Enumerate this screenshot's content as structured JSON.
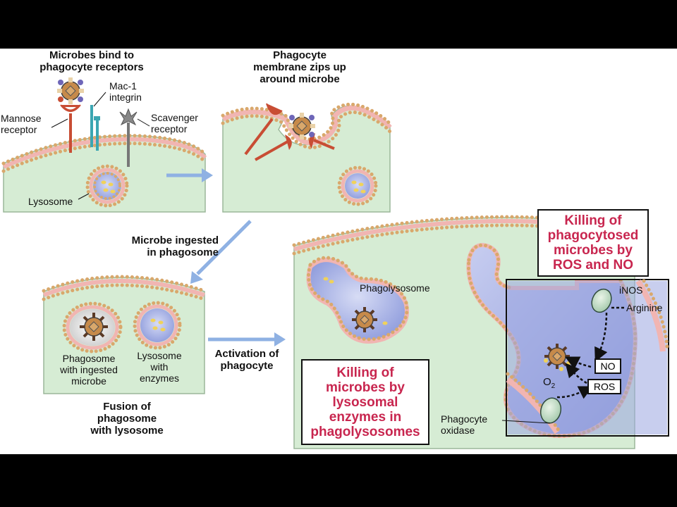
{
  "panel1": {
    "title": "Microbes bind to\nphagocyte receptors",
    "mac1": "Mac-1\nintegrin",
    "mannose": "Mannose\nreceptor",
    "scavenger": "Scavenger\nreceptor",
    "lysosome": "Lysosome"
  },
  "panel2": {
    "title": "Phagocyte\nmembrane zips up\naround microbe"
  },
  "arrow2_label": "Microbe ingested\nin phagosome",
  "panel3": {
    "phagosome": "Phagosome\nwith ingested\nmicrobe",
    "lysosome": "Lysosome\nwith\nenzymes",
    "caption": "Fusion of\nphagosome\nwith lysosome"
  },
  "arrow3_label": "Activation of\nphagocyte",
  "panel4": {
    "phagolysosome": "Phagolysosome",
    "killing_enzymes": "Killing of\nmicrobes by\nlysosomal\nenzymes in\nphagolysosomes",
    "killing_ros": "Killing of\nphagocytosed\nmicrobes by\nROS and NO",
    "inos": "iNOS",
    "arginine": "Arginine",
    "no": "NO",
    "ros": "ROS",
    "o2": "O",
    "o2_sub": "2",
    "oxidase": "Phagocyte\noxidase"
  },
  "colors": {
    "cytoplasm": "#d6ecd4",
    "membrane_dot": "#d9a86c",
    "membrane_core": "#f1b5b2",
    "vesicle": "#a9b3e6",
    "arrow": "#8fb1e3",
    "title_pink": "#c8264f"
  }
}
